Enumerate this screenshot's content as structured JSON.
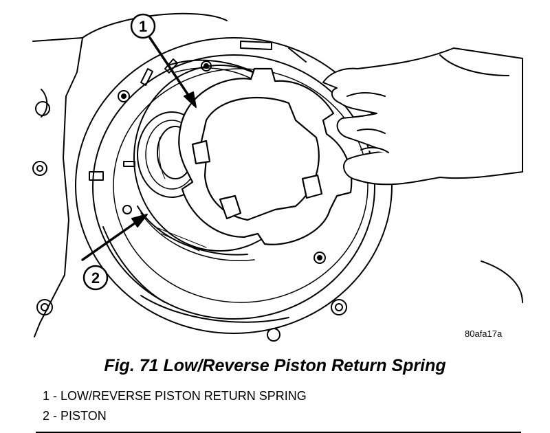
{
  "figure_id": "80afa17a",
  "callouts": [
    "1",
    "2"
  ],
  "caption": "Fig. 71 Low/Reverse Piston Return Spring",
  "legend": [
    "1 - LOW/REVERSE PISTON RETURN SPRING",
    "2 - PISTON"
  ]
}
